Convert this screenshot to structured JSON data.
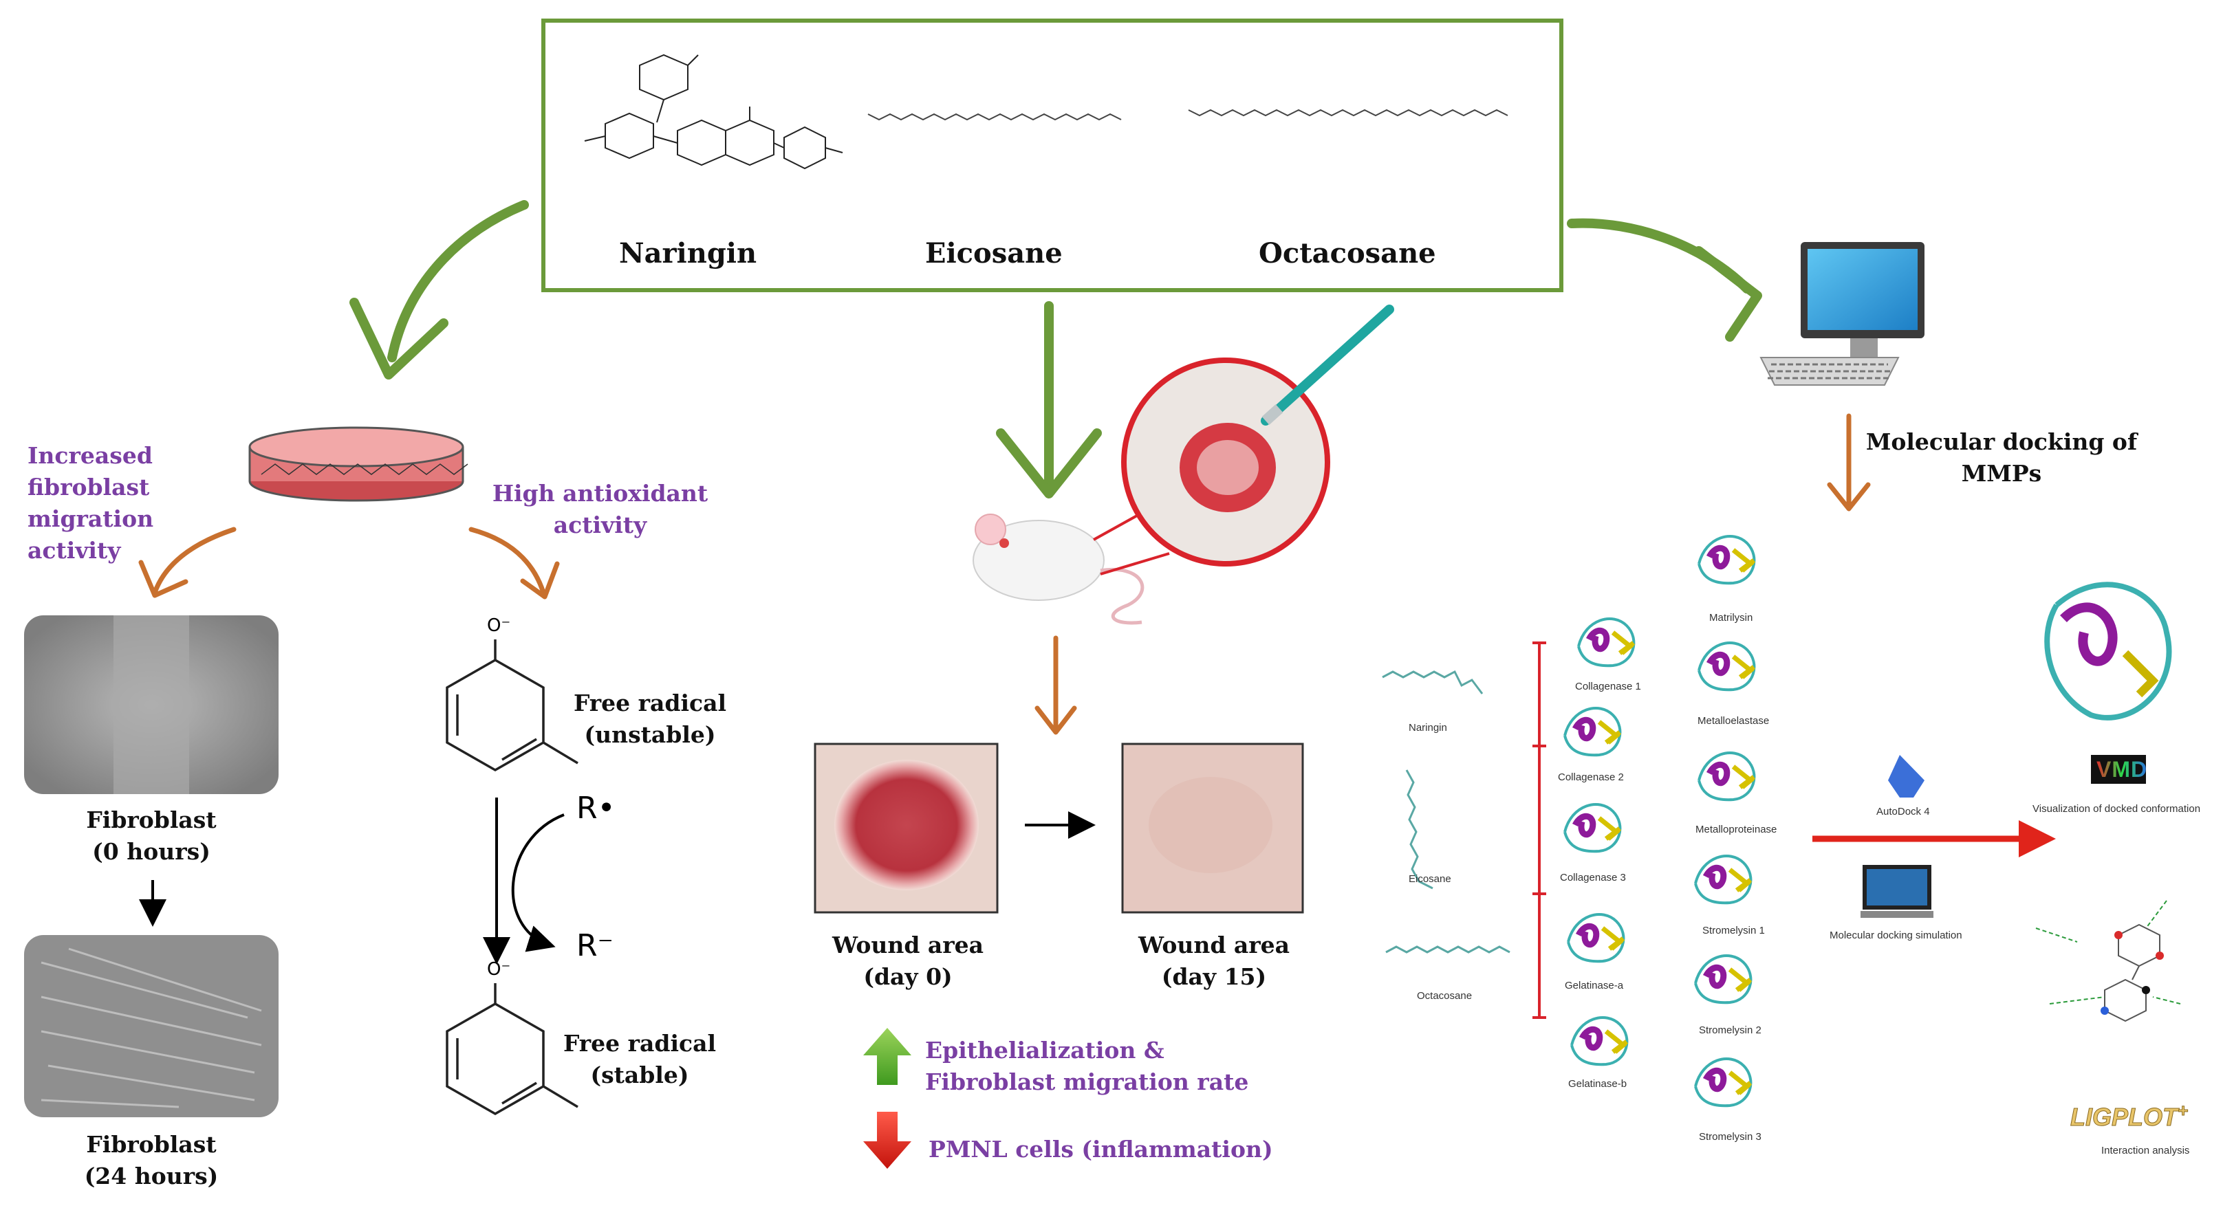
{
  "top_box": {
    "compounds": [
      "Naringin",
      "Eicosane",
      "Octacosane"
    ]
  },
  "left_panel": {
    "migration_label": "Increased\nfibroblast\nmigration\nactivity",
    "antioxidant_label": "High antioxidant\nactivity",
    "fibroblast_0": "Fibroblast\n(0 hours)",
    "fibroblast_24": "Fibroblast\n(24 hours)",
    "free_radical_unstable": "Free radical\n(unstable)",
    "free_radical_stable": "Free radical\n(stable)",
    "radical_in": "R•",
    "radical_out": "R⁻",
    "oxygen_label": "O⁻"
  },
  "middle_panel": {
    "wound_day0": "Wound area\n(day 0)",
    "wound_day15": "Wound area\n(day 15)",
    "increase_label": "Epithelialization &\nFibroblast migration rate",
    "decrease_label": "PMNL cells (inflammation)"
  },
  "right_panel": {
    "docking_title": "Molecular docking of\nMMPs",
    "ligands": [
      "Naringin",
      "Eicosane",
      "Octacosane"
    ],
    "proteins_col1": [
      "Collagenase 1",
      "Collagenase 2",
      "Collagenase 3",
      "Gelatinase-a",
      "Gelatinase-b"
    ],
    "proteins_col2": [
      "Matrilysin",
      "Metalloelastase",
      "Metalloproteinase",
      "Stromelysin 1",
      "Stromelysin 2",
      "Stromelysin 3"
    ],
    "autodock_label": "AutoDock 4",
    "simulation_label": "Molecular docking simulation",
    "vmd_logo": "VMD",
    "vmd_label": "Visualization of docked conformation",
    "ligplot_logo": "LIGPLOT",
    "ligplot_plus": "+",
    "interaction_label": "Interaction analysis"
  },
  "colors": {
    "green_arrow": "#6b9a3a",
    "orange_arrow": "#c8702e",
    "purple_text": "#7a3fa3",
    "red_arrow": "#e0241b"
  }
}
